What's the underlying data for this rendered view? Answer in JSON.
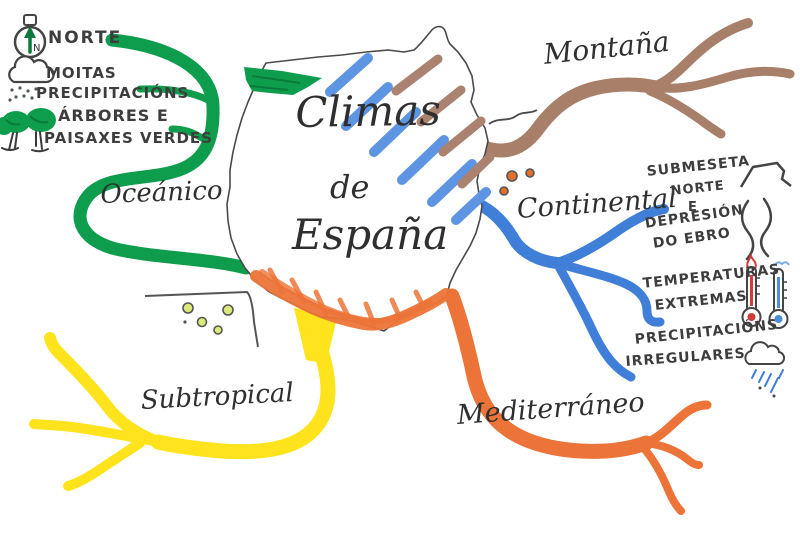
{
  "page": {
    "background": "#ffffff"
  },
  "colors": {
    "ink": "#3d3d3d",
    "oceanico": "#0e9d4d",
    "oceanico_dark": "#0a7a3c",
    "montana": "#a87f68",
    "continental": "#3f7fd8",
    "stripe_blue": "#5d95e3",
    "stripe_brown": "#ab8170",
    "mediterraneo": "#ec7438",
    "subtropical": "#ffe31c",
    "canary_dot": "#dcea79",
    "balearic_dot": "#e2702d",
    "thermo_hot": "#d43b3b",
    "thermo_cold": "#4a90d9"
  },
  "title": {
    "line1": "Climas",
    "line2": "de",
    "line3": "España"
  },
  "branches": {
    "oceanico": {
      "label": "Oceánico",
      "notes": {
        "norte": "NORTE",
        "precipitacions_line1": "MOITAS",
        "precipitacions_line2": "PRECIPITACIÓNS",
        "paisaxes_line1": "ÁRBORES E",
        "paisaxes_line2": "PAISAXES VERDES"
      }
    },
    "montana": {
      "label": "Montaña"
    },
    "continental": {
      "label": "Continental",
      "notes": {
        "zona_line1": "SUBMESETA",
        "zona_line2": "NORTE",
        "zona_line3": "E",
        "zona_line4": "DEPRESIÓN",
        "zona_line5": "DO EBRO",
        "temp_line1": "TEMPERATURAS",
        "temp_line2": "EXTREMAS",
        "prec_line1": "PRECIPITACIÓNS",
        "prec_line2": "IRREGULARES"
      }
    },
    "mediterraneo": {
      "label": "Mediterráneo"
    },
    "subtropical": {
      "label": "Subtropical"
    }
  },
  "icons": {
    "compass_letter": "N"
  }
}
